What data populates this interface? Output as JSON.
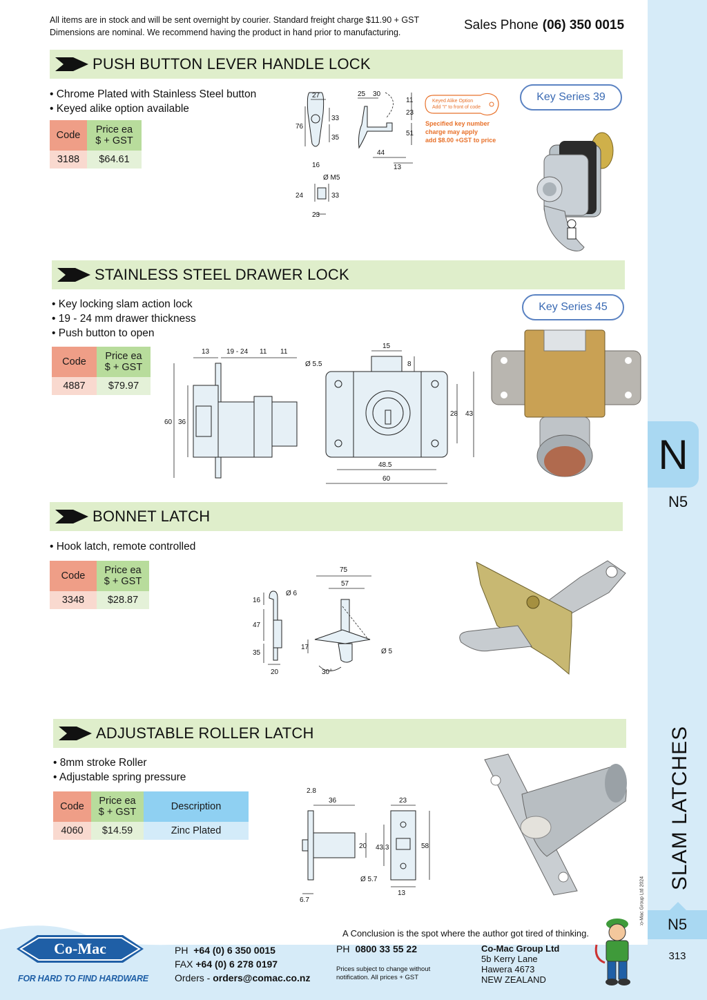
{
  "header": {
    "note_line1": "All items are in stock and will be sent overnight by courier. Standard freight charge $11.90 + GST",
    "note_line2": "Dimensions are nominal. We recommend having the product in hand prior to manufacturing.",
    "sales_label": "Sales Phone",
    "sales_number": "(06) 350 0015"
  },
  "sections": [
    {
      "title": "PUSH BUTTON LEVER HANDLE LOCK",
      "bullets": [
        "• Chrome Plated with Stainless Steel button",
        "• Keyed alike option available"
      ],
      "key_series": "Key Series 39",
      "table": {
        "h_code": "Code",
        "h_price1": "Price ea",
        "h_price2": "$ + GST",
        "code": "3188",
        "price": "$64.61"
      },
      "callout": {
        "key_line1": "Keyed Alike Option",
        "key_line2": "Add \"I\" to front of code",
        "line1": "Specified key number",
        "line2": "charge may apply",
        "line3": "add $8.00 +GST to price"
      },
      "dims": {
        "d27": "27",
        "d76": "76",
        "d33": "33",
        "d35": "35",
        "d25": "25",
        "d30": "30",
        "d11": "11",
        "d23": "23",
        "d51": "51",
        "d44": "44",
        "d13": "13",
        "d16": "16",
        "dm5": "Ø M5",
        "d24": "24",
        "d33b": "33",
        "d23b": "23"
      }
    },
    {
      "title": "STAINLESS STEEL DRAWER LOCK",
      "bullets": [
        "• Key locking slam action lock",
        "• 19 - 24 mm drawer thickness",
        "•  Push button to open"
      ],
      "key_series": "Key Series 45",
      "table": {
        "h_code": "Code",
        "h_price1": "Price ea",
        "h_price2": "$ + GST",
        "code": "4887",
        "price": "$79.97"
      },
      "dims": {
        "d13": "13",
        "d1924": "19 - 24",
        "d11a": "11",
        "d11b": "11",
        "d60v": "60",
        "d36": "36",
        "d55": "Ø 5.5",
        "d15": "15",
        "d8": "8",
        "d28": "28",
        "d43": "43",
        "d485": "48.5",
        "d60h": "60"
      }
    },
    {
      "title": "BONNET LATCH",
      "bullets": [
        "• Hook latch, remote controlled"
      ],
      "table": {
        "h_code": "Code",
        "h_price1": "Price ea",
        "h_price2": "$ + GST",
        "code": "3348",
        "price": "$28.87"
      },
      "dims": {
        "d16": "16",
        "d6": "Ø 6",
        "d47": "47",
        "d35": "35",
        "d20": "20",
        "d75": "75",
        "d57": "57",
        "d17": "17",
        "d5": "Ø 5",
        "d30": "30°"
      }
    },
    {
      "title": "ADJUSTABLE ROLLER LATCH",
      "bullets": [
        "• 8mm stroke Roller",
        "• Adjustable spring pressure"
      ],
      "table": {
        "h_code": "Code",
        "h_price1": "Price ea",
        "h_price2": "$ + GST",
        "h_desc": "Description",
        "code": "4060",
        "price": "$14.59",
        "desc": "Zinc Plated"
      },
      "dims": {
        "d28": "2.8",
        "d36": "36",
        "d20": "20",
        "d67": "6.7",
        "d23": "23",
        "d433": "43.3",
        "d58": "58",
        "d57": "Ø 5.7",
        "d13": "13"
      }
    }
  ],
  "sidebar": {
    "tab_letter": "N",
    "tab_code": "N5",
    "title": "SLAM LATCHES",
    "copyright": "© Co-Mac Group Ltd 2024",
    "bottom_code": "N5",
    "page_number": "313"
  },
  "footer": {
    "quote": "A Conclusion is the spot where the author got tired of thinking.",
    "logo_text": "Co-Mac",
    "tagline": "FOR HARD TO FIND HARDWARE",
    "ph_label": "PH",
    "ph_number": "+64 (0) 6 350 0015",
    "fax_label": "FAX",
    "fax_number": "+64 (0) 6 278 0197",
    "orders_label": "Orders -",
    "orders_email": "orders@comac.co.nz",
    "ph2_label": "PH",
    "ph2_number": "0800 33 55 22",
    "fine_print": "Prices subject to change without notification. All prices + GST",
    "company": "Co-Mac Group Ltd",
    "addr1": "5b Kerry Lane",
    "addr2": "Hawera 4673",
    "addr3": "NEW ZEALAND"
  },
  "colors": {
    "section_bar": "#dfeecb",
    "sidebar": "#d6ebf8",
    "tab": "#a9d8f2",
    "code_header": "#ef9e87",
    "price_header": "#b8dc9c",
    "desc_header": "#8fd0f2",
    "key_pill": "#5a82c2",
    "callout_orange": "#e8712a",
    "brand_blue": "#1f5fa6"
  }
}
